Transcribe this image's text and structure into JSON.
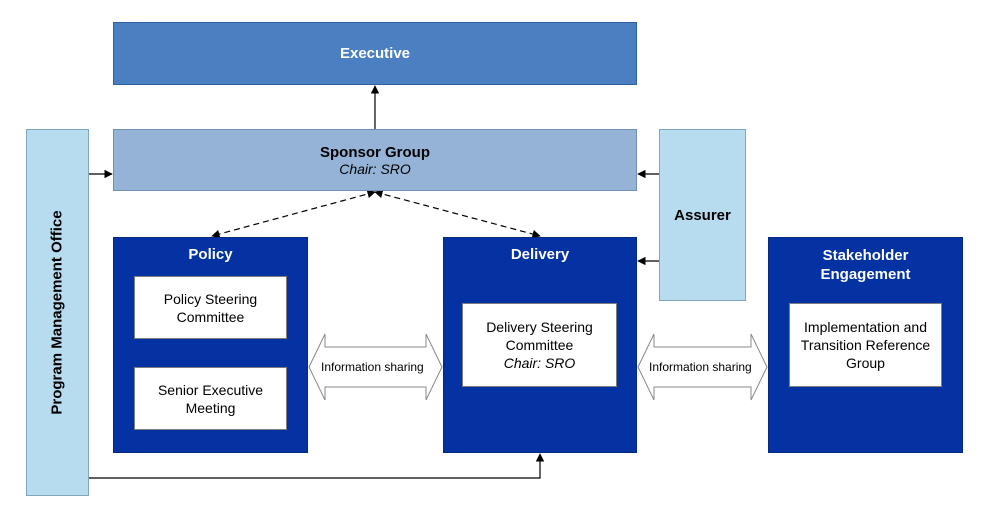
{
  "executive": "Executive",
  "sponsor_group": {
    "title": "Sponsor Group",
    "chair": "Chair: SRO"
  },
  "program_management_office": "Program Management Office",
  "assurer": "Assurer",
  "policy": {
    "title": "Policy",
    "steering": "Policy Steering Committee",
    "senior": "Senior Executive Meeting"
  },
  "delivery": {
    "title": "Delivery",
    "steering": "Delivery Steering Committee",
    "chair": "Chair: SRO"
  },
  "stakeholder": {
    "title": "Stakeholder Engagement",
    "group": "Implementation and Transition Reference Group"
  },
  "info_sharing_left": "Information sharing",
  "info_sharing_right": "Information sharing"
}
